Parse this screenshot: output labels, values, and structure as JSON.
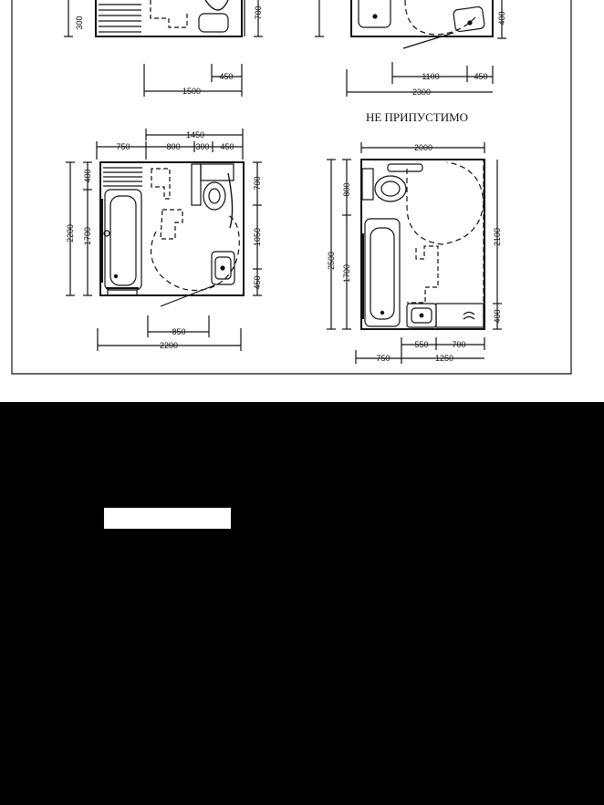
{
  "colors": {
    "paper": "#ffffff",
    "ink": "#111111",
    "background": "#000000"
  },
  "top_left_plan": {
    "dims": {
      "d300": "300",
      "d700": "700",
      "d450": "450",
      "d1500": "1500"
    }
  },
  "top_right_plan": {
    "dims": {
      "d400": "400",
      "d1100": "1100",
      "d450": "450",
      "d2300": "2300"
    }
  },
  "bottom_left_plan": {
    "dims": {
      "d1450": "1450",
      "d750": "750",
      "d800": "800",
      "d300": "300",
      "d450_top": "450",
      "d2200_v": "2200",
      "d400": "400",
      "d1700": "1700",
      "d700": "700",
      "d1050": "1050",
      "d450_right": "450",
      "d850": "850",
      "d2200_h": "2200"
    }
  },
  "bottom_right_plan": {
    "label": "НЕ ПРИПУСТИМО",
    "dims": {
      "d2000": "2000",
      "d800": "800",
      "d2500": "2500",
      "d1700": "1700",
      "d2100": "2100",
      "d400": "400",
      "d550": "550",
      "d700": "700",
      "d750": "750",
      "d1250": "1250"
    }
  }
}
